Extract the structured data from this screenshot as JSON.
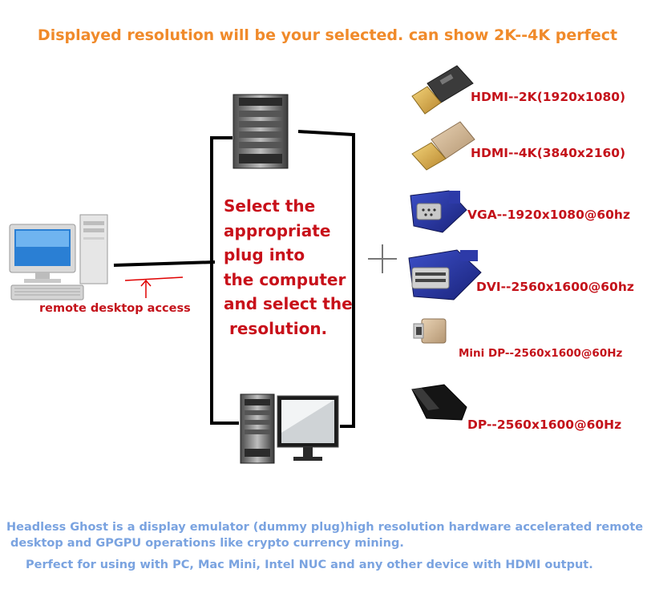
{
  "headline": "Displayed resolution will be your selected. can show 2K--4K perfect",
  "remote_label": "remote desktop access",
  "center_text": [
    "Select the",
    "appropriate",
    "plug into",
    "the computer",
    "and select the",
    "resolution."
  ],
  "plugs": [
    {
      "label": "HDMI--2K(1920x1080)",
      "icon": "hdmi-2k-plug-icon"
    },
    {
      "label": "HDMI--4K(3840x2160)",
      "icon": "hdmi-4k-plug-icon"
    },
    {
      "label": "VGA--1920x1080@60hz",
      "icon": "vga-plug-icon"
    },
    {
      "label": "DVI--2560x1600@60hz",
      "icon": "dvi-plug-icon"
    },
    {
      "label": "Mini DP--2560x1600@60Hz",
      "icon": "mini-dp-plug-icon"
    },
    {
      "label": "DP--2560x1600@60Hz",
      "icon": "dp-plug-icon"
    }
  ],
  "footer": {
    "line1": "Headless Ghost is a display emulator (dummy plug)high resolution hardware accelerated remote",
    "line2": "desktop and GPGPU operations like crypto currency mining.",
    "line3": "Perfect for using with PC, Mac Mini, Intel NUC and any other device with HDMI output."
  },
  "colors": {
    "headline": "#f08a2a",
    "red_text": "#c4121a",
    "footer_text": "#7aa3e0",
    "connector_line": "#000000"
  }
}
